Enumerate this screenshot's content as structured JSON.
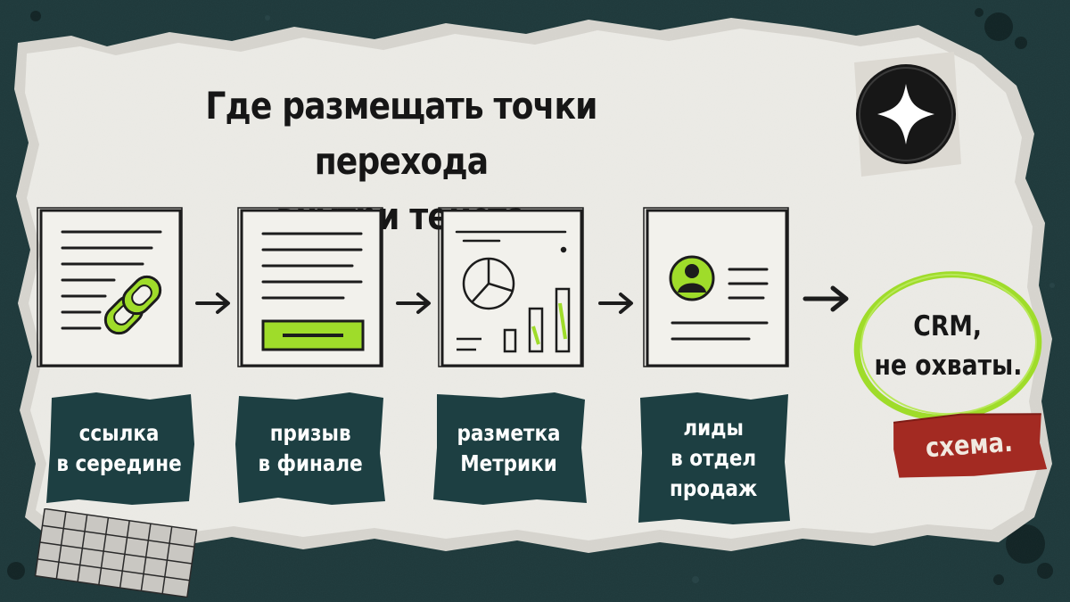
{
  "title": {
    "line1": "Где размещать точки перехода",
    "line2": "внутри текста"
  },
  "steps": [
    {
      "icon": "chain-link-icon",
      "label_lines": [
        "ссылка",
        "в середине"
      ]
    },
    {
      "icon": "cta-button-icon",
      "label_lines": [
        "призыв",
        "в финале"
      ]
    },
    {
      "icon": "analytics-chart-icon",
      "label_lines": [
        "разметка",
        "Метрики"
      ]
    },
    {
      "icon": "user-profile-icon",
      "label_lines": [
        "лиды",
        "в отдел",
        "продаж"
      ]
    }
  ],
  "result": {
    "line1": "CRM,",
    "line2": "не охваты."
  },
  "tag": "схема.",
  "colors": {
    "board": "#1f3a3c",
    "paper": "#ecebe6",
    "ink": "#171717",
    "accent_green": "#9fdc2a",
    "label_bg": "#1d3f42",
    "tag_red": "#a32a22"
  },
  "badge_icon": "four-point-star-icon",
  "decor_icon": "grid-paper-icon"
}
